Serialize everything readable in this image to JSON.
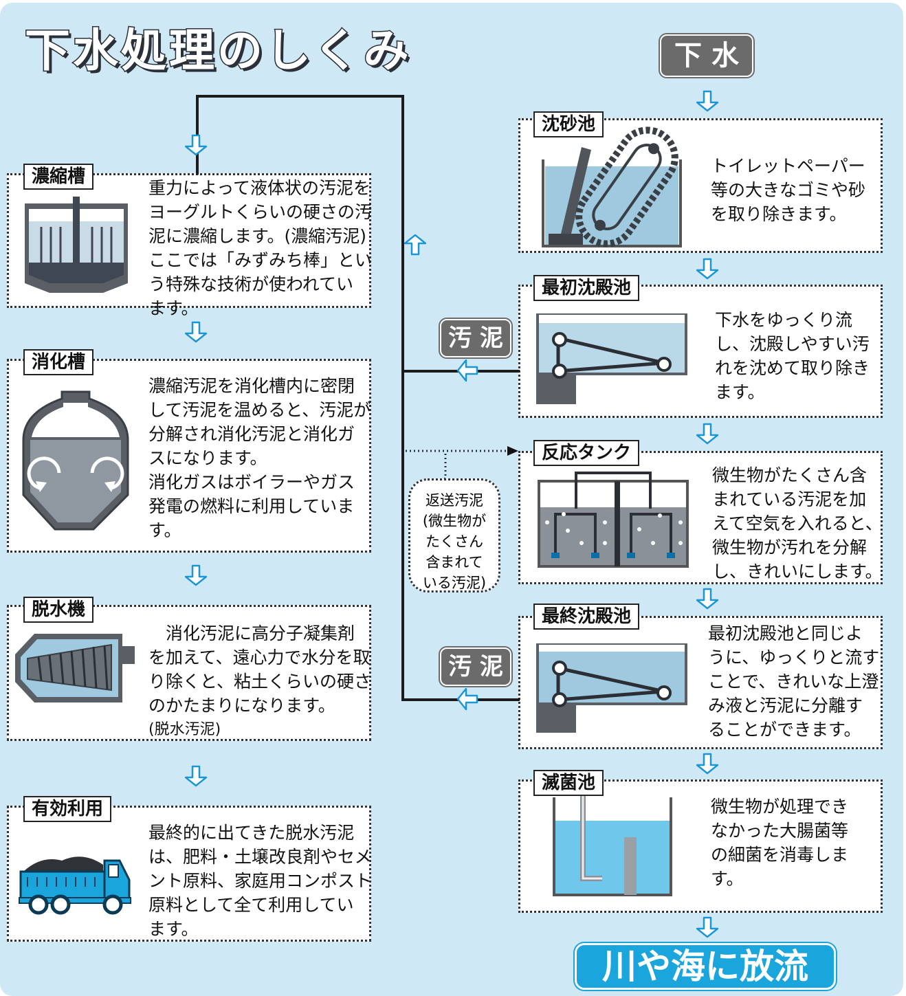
{
  "title": "下水処理のしくみ",
  "start_label": "下 水",
  "end_label": "川や海に放流",
  "sludge_label": "汚 泥",
  "return_sludge_note": [
    "返送汚泥",
    "(微生物が",
    "たくさん",
    "含まれて",
    "いる汚泥)"
  ],
  "right_steps": [
    {
      "name": "沈砂池",
      "text": [
        "トイレットペーパー",
        "等の大きなゴミや砂",
        "を取り除きます。"
      ]
    },
    {
      "name": "最初沈殿池",
      "text": [
        "下水をゆっくり流",
        "し、沈殿しやすい汚",
        "れを沈めて取り除き",
        "ます。"
      ]
    },
    {
      "name": "反応タンク",
      "text": [
        "微生物がたくさん含",
        "まれている汚泥を加",
        "えて空気を入れると、",
        "微生物が汚れを分解",
        "し、きれいにします。"
      ]
    },
    {
      "name": "最終沈殿池",
      "text": [
        "最初沈殿池と同じよ",
        "うに、ゆっくりと流す",
        "ことで、きれいな上澄",
        "み液と汚泥に分離す",
        "ることができます。"
      ]
    },
    {
      "name": "滅菌池",
      "text": [
        "微生物が処理でき",
        "なかった大腸菌等",
        "の細菌を消毒しま",
        "す。"
      ]
    }
  ],
  "left_steps": [
    {
      "name": "濃縮槽",
      "text": [
        "重力によって液体状の汚泥を",
        "ヨーグルトくらいの硬さの汚",
        "泥に濃縮します。(濃縮汚泥)",
        "ここでは「みずみち棒」とい",
        "う特殊な技術が使われてい",
        "ます。"
      ]
    },
    {
      "name": "消化槽",
      "text": [
        "濃縮汚泥を消化槽内に密閉",
        "して汚泥を温めると、汚泥が",
        "分解され消化汚泥と消化ガ",
        "スになります。",
        "消化ガスはボイラーやガス",
        "発電の燃料に利用していま",
        "す。"
      ]
    },
    {
      "name": "脱水機",
      "text": [
        "　消化汚泥に高分子凝集剤",
        "を加えて、遠心力で水分を取",
        "り除くと、粘土くらいの硬さ",
        "のかたまりになります。",
        "(脱水汚泥)"
      ]
    },
    {
      "name": "有効利用",
      "text": [
        "最終的に出てきた脱水汚泥",
        "は、肥料・土壌改良剤やセメ",
        "ント原料、家庭用コンポスト",
        "原料として全て利用してい",
        "ます。"
      ]
    }
  ],
  "colors": {
    "background": "#cfe8f6",
    "water": "#9fc9de",
    "accent": "#1aa5dd",
    "dark": "#5a5f66"
  }
}
